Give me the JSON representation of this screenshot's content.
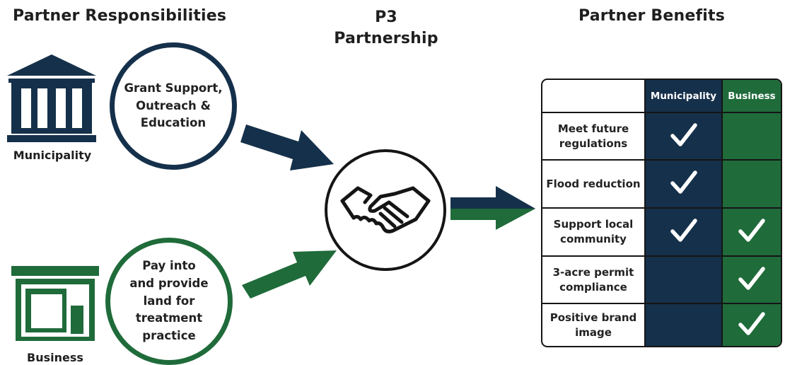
{
  "headers": {
    "responsibilities": "Partner Responsibilities",
    "p3_line1": "P3",
    "p3_line2": "Partnership",
    "benefits": "Partner Benefits"
  },
  "partners": {
    "municipality": {
      "label": "Municipality",
      "responsibility": "Grant Support,\nOutreach &\nEducation",
      "color": "#15304a",
      "icon": "government-building-icon"
    },
    "business": {
      "label": "Business",
      "responsibility": "Pay into\nand provide\nland for\ntreatment\npractice",
      "color": "#1f6b3a",
      "icon": "storefront-icon"
    }
  },
  "center_icon": "handshake-icon",
  "benefits_table": {
    "columns": [
      "Municipality",
      "Business"
    ],
    "rows": [
      {
        "label": "Meet future\nregulations",
        "municipality": true,
        "business": false
      },
      {
        "label": "Flood reduction",
        "municipality": true,
        "business": false
      },
      {
        "label": "Support local\ncommunity",
        "municipality": true,
        "business": true
      },
      {
        "label": "3-acre permit\ncompliance",
        "municipality": false,
        "business": true
      },
      {
        "label": "Positive brand\nimage",
        "municipality": false,
        "business": true
      }
    ]
  }
}
